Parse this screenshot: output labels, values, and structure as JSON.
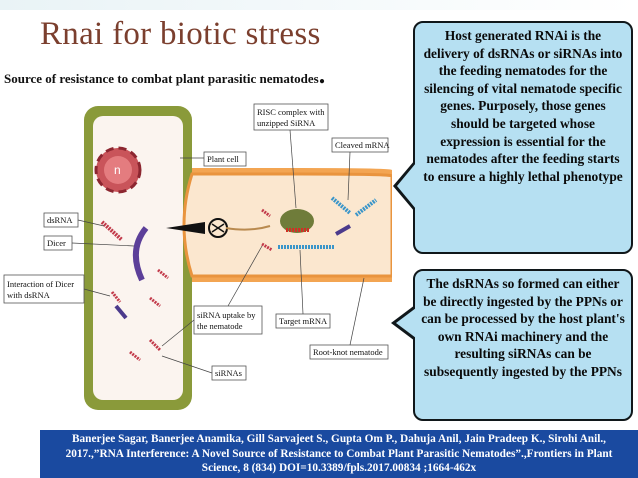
{
  "slide": {
    "title": "Rnai for biotic stress",
    "subtitle": "Source of resistance to combat plant parasitic nematodes",
    "callout_top": "Host generated RNAi is the delivery of dsRNAs or siRNAs into the feeding nematodes for the silencing of vital nematode specific genes. Purposely, those genes should be targeted whose expression is essential for the nematodes after the feeding starts to ensure a highly lethal phenotype",
    "callout_bottom": "The dsRNAs so formed can either be directly ingested by the PPNs or can be processed by the host plant's own RNAi machinery and the resulting siRNAs can be subsequently ingested by the PPNs",
    "citation": "Banerjee Sagar, Banerjee Anamika, Gill Sarvajeet S., Gupta Om P., Dahuja Anil, Jain Pradeep K., Sirohi Anil., 2017.,”RNA Interference: A Novel Source of Resistance to Combat Plant Parasitic Nematodes”.,Frontiers in Plant Science, 8 (834) DOI=10.3389/fpls.2017.00834 ;1664-462x"
  },
  "diagram": {
    "nucleus_label": "n",
    "labels": {
      "plant_cell": "Plant cell",
      "risc_line1": "RISC complex with",
      "risc_line2": "unzipped SiRNA",
      "cleaved_mrna": "Cleaved mRNA",
      "dsrna": "dsRNA",
      "dicer": "Dicer",
      "interaction_line1": "Interaction of Dicer",
      "interaction_line2": "with dsRNA",
      "sirna_uptake_line1": "siRNA uptake by",
      "sirna_uptake_line2": "the nematode",
      "target_mrna": "Target mRNA",
      "root_knot": "Root-knot nematode",
      "sirnas": "siRNAs"
    }
  },
  "colors": {
    "title": "#7b3f2e",
    "callout_fill": "#b6e0f2",
    "citation_band": "#1a4aa0",
    "cell_wall": "#8a9a3a",
    "nematode_outer": "#f2a04a"
  }
}
